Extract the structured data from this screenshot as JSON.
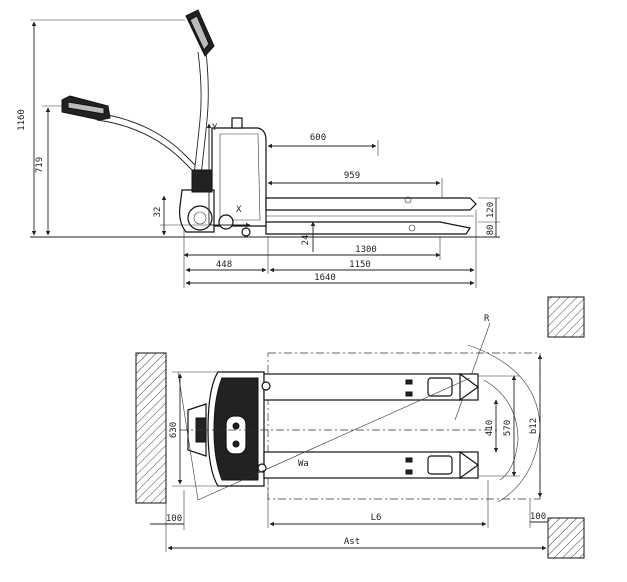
{
  "side_view": {
    "dims": {
      "height_total": "1160",
      "height_tiller": "719",
      "width_600": "600",
      "length_959": "959",
      "h_32": "32",
      "h_24": "24",
      "len_1300": "1300",
      "len_448": "448",
      "len_1150": "1150",
      "len_1640": "1640",
      "h_120": "120",
      "h_80": "80"
    },
    "axes": {
      "y": "Y",
      "x": "X"
    }
  },
  "top_view": {
    "dims": {
      "w_630": "630",
      "w_410": "410",
      "w_570": "570",
      "b12": "b12",
      "L6": "L6",
      "Ast": "Ast",
      "wa": "Wa",
      "r": "R",
      "clearance_left": "100",
      "clearance_right": "100"
    }
  },
  "colors": {
    "line": "#222222",
    "hatch": "#444444",
    "background": "#ffffff"
  }
}
